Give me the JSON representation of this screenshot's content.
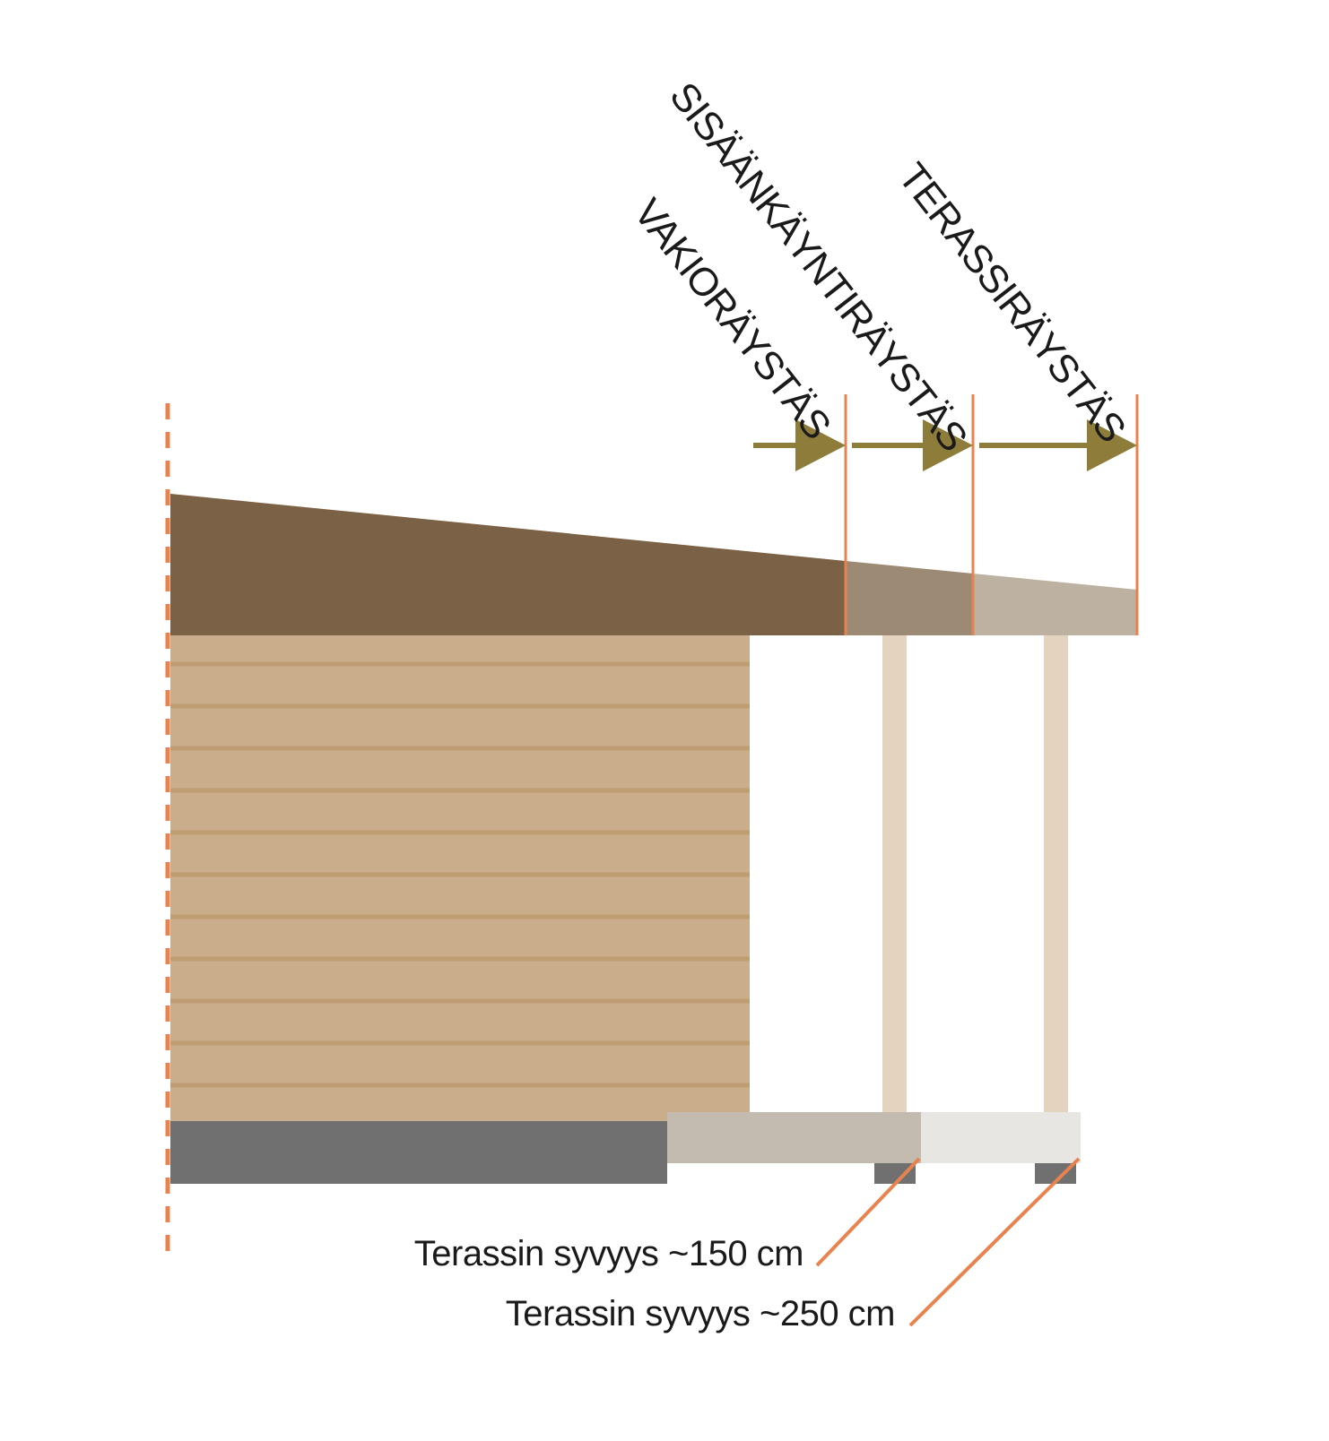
{
  "labels": {
    "standard_eave": "VAKIORÄYSTÄS",
    "entrance_eave": "SISÄÄNKÄYNTIRÄYSTÄS",
    "terrace_eave": "TERASSIRÄYSTÄS",
    "terrace_depth_150": "Terassin syvyys ~150 cm",
    "terrace_depth_250": "Terassin syvyys ~250 cm"
  },
  "colors": {
    "roof_standard": "#7b6145",
    "roof_entrance": "#9d8a75",
    "roof_terrace": "#bdb1a2",
    "wall": "#caae8b",
    "wall_board_line": "#bf9d72",
    "post": "#e3d3bf",
    "foundation": "#707070",
    "deck_150": "#c3bbb0",
    "deck_250": "#e8e6e2",
    "footing": "#707070",
    "marker": "#e8834f",
    "arrow": "#8e7c3a"
  }
}
